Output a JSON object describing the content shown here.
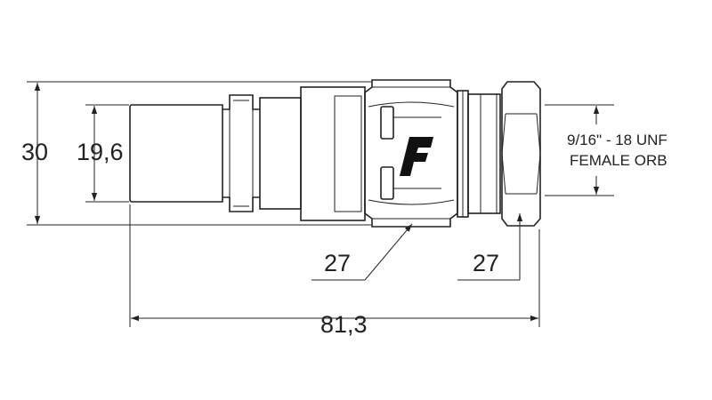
{
  "dimensions": {
    "overall_height": "30",
    "plug_diameter": "19,6",
    "hex_size_left": "27",
    "hex_size_right": "27",
    "overall_length": "81,3"
  },
  "thread_spec": {
    "line1": "9/16\" - 18 UNF",
    "line2": "FEMALE ORB"
  },
  "logo": {
    "letter": "F"
  },
  "colors": {
    "line": "#222222",
    "background": "#ffffff"
  }
}
